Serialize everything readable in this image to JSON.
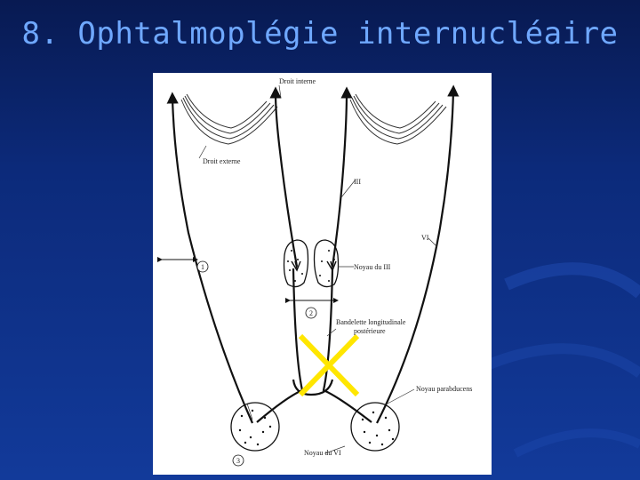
{
  "slide": {
    "title": "8. Ophtalmoplégie internucléaire",
    "colors": {
      "background": "#0c2a7a",
      "title": "#6fa8ff",
      "lesion_mark": "#ffe600"
    }
  },
  "diagram": {
    "labels": {
      "droit_interne": "Droit interne",
      "droit_externe": "Droit externe",
      "nerf_iii": "III",
      "nerf_vi": "VI",
      "noyau_iii": "Noyau du III",
      "blp_line1": "Bandelette longitudinale",
      "blp_line2": "postérieure",
      "noyau_parabducens": "Noyau parabducens",
      "noyau_vi": "Noyau du VI"
    },
    "markers": [
      "1",
      "2",
      "3"
    ],
    "lesion": "X"
  }
}
